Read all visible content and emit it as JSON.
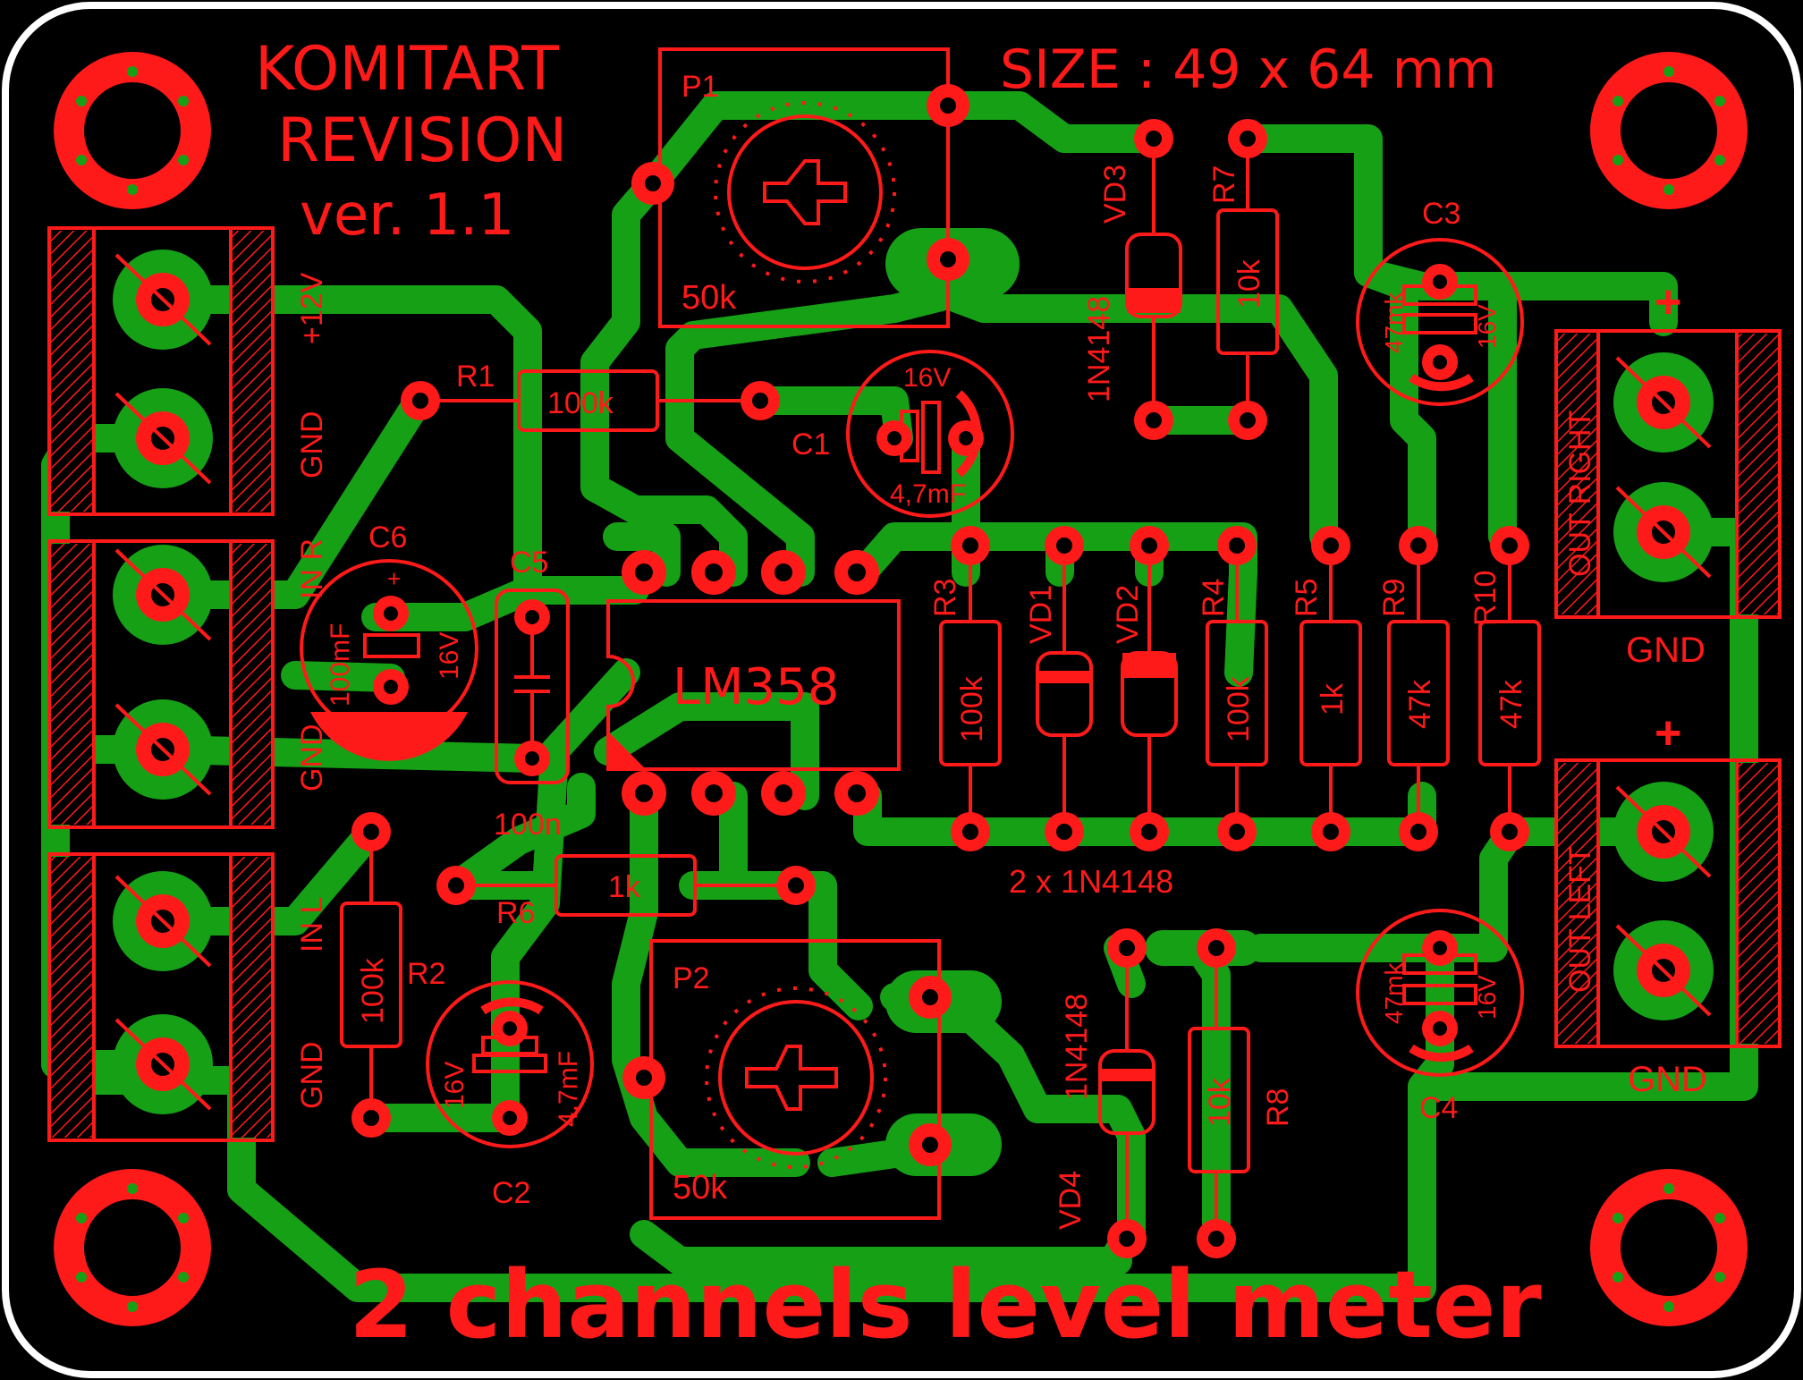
{
  "colors": {
    "board": "#000000",
    "outline": "#ffffff",
    "copper": "#16a016",
    "silk": "#ff1a1a",
    "drill": "#000000"
  },
  "header": {
    "brand": "KOMITART",
    "revision": "REVISION",
    "version": "ver. 1.1",
    "size": "SIZE : 49 x 64 mm"
  },
  "title": "2 channels level meter",
  "ic": {
    "ref": "LM358"
  },
  "pots": {
    "p1": {
      "ref": "P1",
      "value": "50k"
    },
    "p2": {
      "ref": "P2",
      "value": "50k"
    }
  },
  "resistors": {
    "r1": {
      "ref": "R1",
      "value": "100k"
    },
    "r2": {
      "ref": "R2",
      "value": "100k"
    },
    "r3": {
      "ref": "R3",
      "value": "100k"
    },
    "r4": {
      "ref": "R4",
      "value": "100k"
    },
    "r5": {
      "ref": "R5",
      "value": "1k"
    },
    "r6": {
      "ref": "R6",
      "value": "1k"
    },
    "r7": {
      "ref": "R7",
      "value": "10k"
    },
    "r8": {
      "ref": "R8",
      "value": "10k"
    },
    "r9": {
      "ref": "R9",
      "value": "47k"
    },
    "r10": {
      "ref": "R10",
      "value": "47k"
    }
  },
  "diodes": {
    "vd1": {
      "ref": "VD1"
    },
    "vd2": {
      "ref": "VD2"
    },
    "vd3": {
      "ref": "VD3",
      "value": "1N4148"
    },
    "vd4": {
      "ref": "VD4",
      "value": "1N4148"
    },
    "pair_note": "2 x 1N4148"
  },
  "capacitors": {
    "c1": {
      "ref": "C1",
      "voltage": "16V",
      "value": "4,7mF"
    },
    "c2": {
      "ref": "C2",
      "voltage": "16V",
      "value": "4,7mF"
    },
    "c3": {
      "ref": "C3",
      "value": "47mk",
      "voltage": "16V"
    },
    "c4": {
      "ref": "C4",
      "value": "47mk",
      "voltage": "16V"
    },
    "c5": {
      "ref": "C5",
      "value": "100n"
    },
    "c6": {
      "ref": "C6",
      "value": "100mF",
      "voltage": "16V",
      "polarity": "+"
    }
  },
  "connectors": {
    "supply_pos": "+12V",
    "gnd": "GND",
    "in_r": "IN R",
    "in_l": "IN L",
    "out_right": "OUT RIGHT",
    "out_left": "OUT LEFT",
    "plus": "+"
  }
}
